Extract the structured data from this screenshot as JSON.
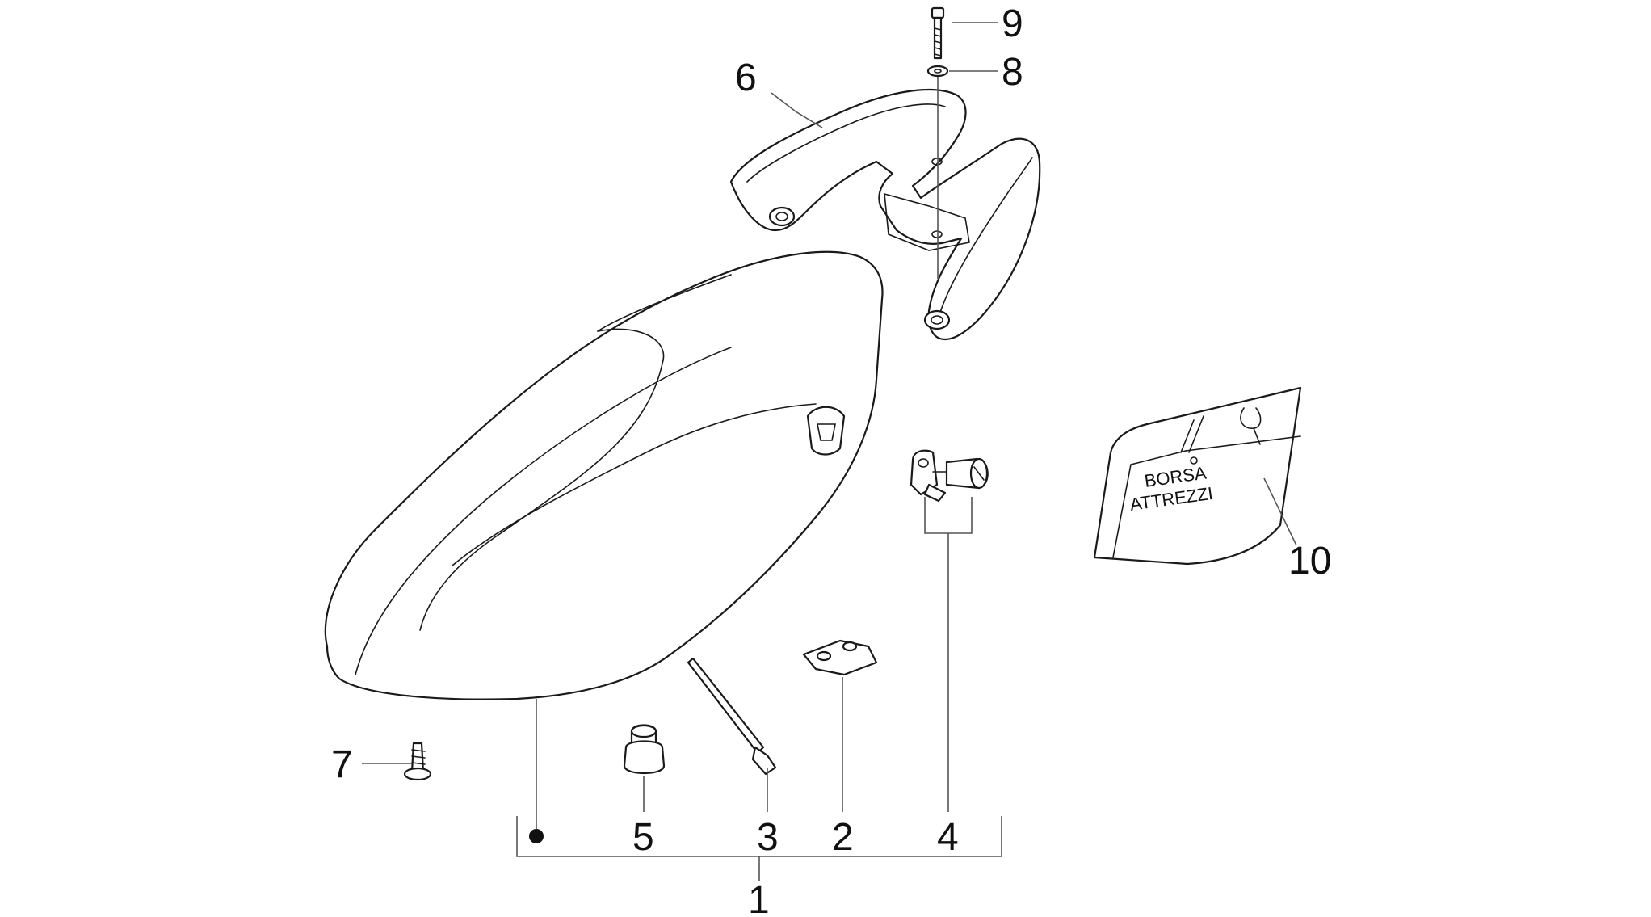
{
  "callouts": {
    "c1": "1",
    "c2": "2",
    "c3": "3",
    "c4": "4",
    "c5": "5",
    "c6": "6",
    "c7": "7",
    "c8": "8",
    "c9": "9",
    "c10": "10"
  },
  "toolbag": {
    "line1": "BORSA",
    "line2": "ATTREZZI"
  },
  "colors": {
    "ink": "#1a1a1a",
    "leader": "#555555",
    "background": "#ffffff"
  }
}
